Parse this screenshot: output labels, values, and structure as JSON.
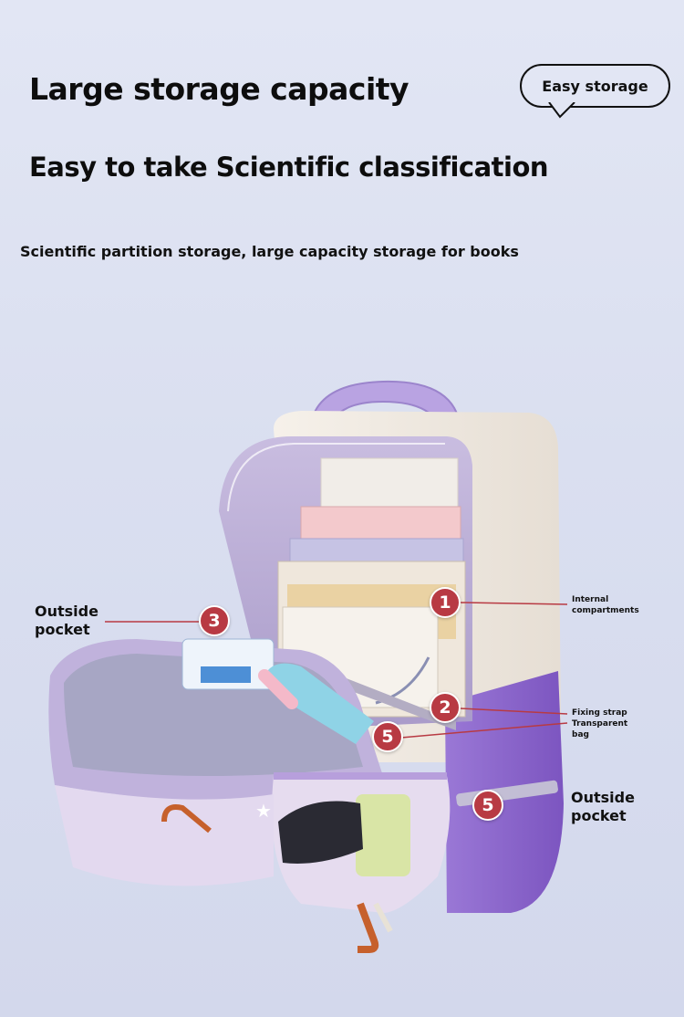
{
  "headline": "Large storage capacity",
  "bubble_label": "Easy storage",
  "subheadline": "Easy to take Scientific classification",
  "description": "Scientific partition storage, large capacity storage for books",
  "photo": {
    "subject": "open-backpack",
    "colors": {
      "body": "#efe9e3",
      "accent": "#8a63c9",
      "lining": "#b9a9d6",
      "badge": "#b83a43"
    }
  },
  "callouts": [
    {
      "number": "1",
      "label": "Internal compartments"
    },
    {
      "number": "2",
      "label": "Fixing strap"
    },
    {
      "number": "5",
      "label": "Transparent bag"
    },
    {
      "number": "3",
      "label": "Outside pocket"
    },
    {
      "number": "5",
      "label": "Outside pocket"
    }
  ]
}
